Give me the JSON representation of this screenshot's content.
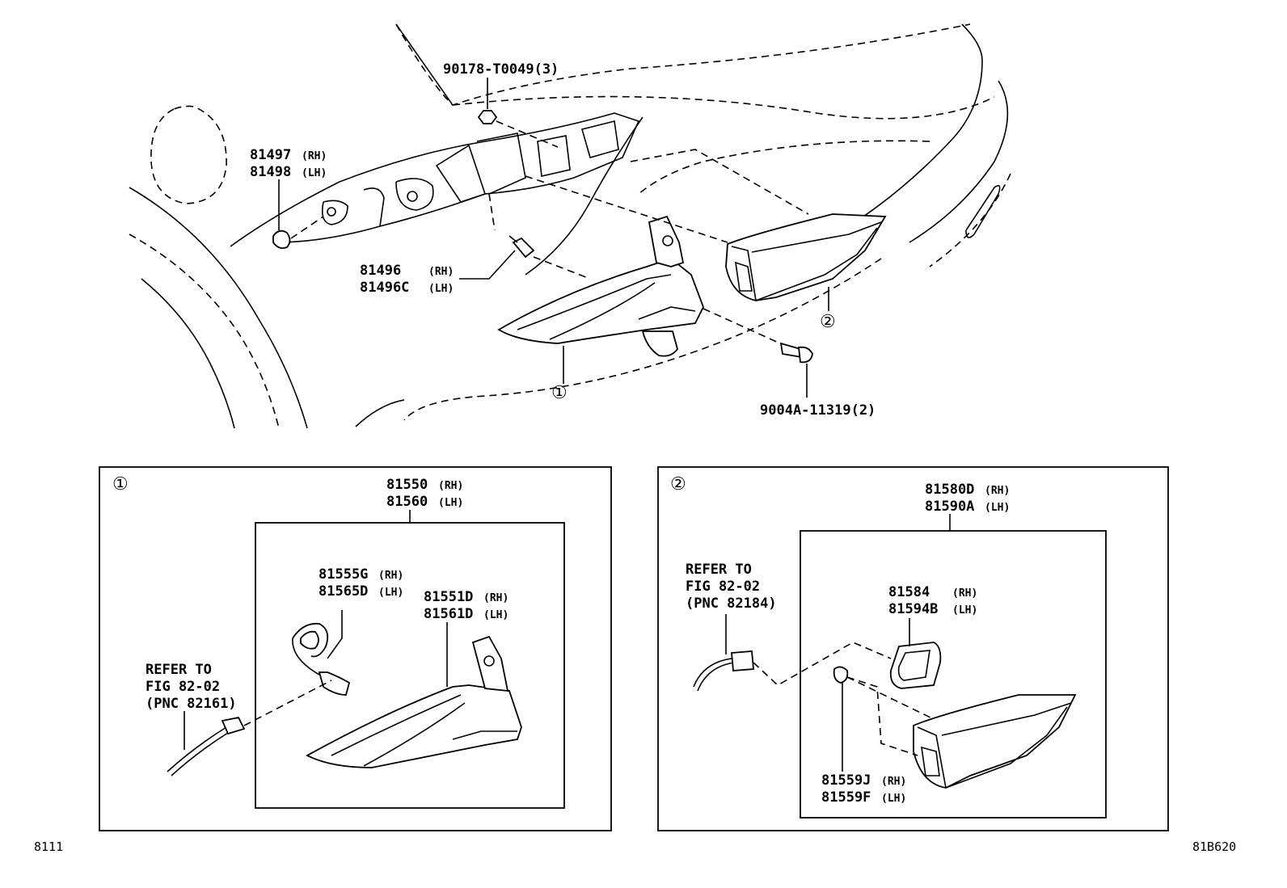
{
  "callouts": {
    "c1": "①",
    "c2": "②"
  },
  "top": {
    "nut": "90178-T0049(3)",
    "clip_rh": "81497",
    "clip_rh_side": "(RH)",
    "clip_lh": "81498",
    "clip_lh_side": "(LH)",
    "retainer_rh": "81496",
    "retainer_rh_side": "(RH)",
    "retainer_lh": "81496C",
    "retainer_lh_side": "(LH)",
    "bolt": "9004A-11319(2)"
  },
  "box1": {
    "assy_rh": "81550",
    "assy_rh_side": "(RH)",
    "assy_lh": "81560",
    "assy_lh_side": "(LH)",
    "socket_rh": "81555G",
    "socket_rh_side": "(RH)",
    "socket_lh": "81565D",
    "socket_lh_side": "(LH)",
    "lens_rh": "81551D",
    "lens_rh_side": "(RH)",
    "lens_lh": "81561D",
    "lens_lh_side": "(LH)",
    "refer": [
      "REFER TO",
      "FIG 82-02",
      "(PNC 82161)"
    ]
  },
  "box2": {
    "assy_rh": "81580D",
    "assy_rh_side": "(RH)",
    "assy_lh": "81590A",
    "assy_lh_side": "(LH)",
    "gasket_rh": "81584",
    "gasket_rh_side": "(RH)",
    "gasket_lh": "81594B",
    "gasket_lh_side": "(LH)",
    "clip_rh": "81559J",
    "clip_rh_side": "(RH)",
    "clip_lh": "81559F",
    "clip_lh_side": "(LH)",
    "refer": [
      "REFER TO",
      "FIG 82-02",
      "(PNC 82184)"
    ]
  },
  "footer": {
    "left": "8111",
    "right": "81B620"
  }
}
